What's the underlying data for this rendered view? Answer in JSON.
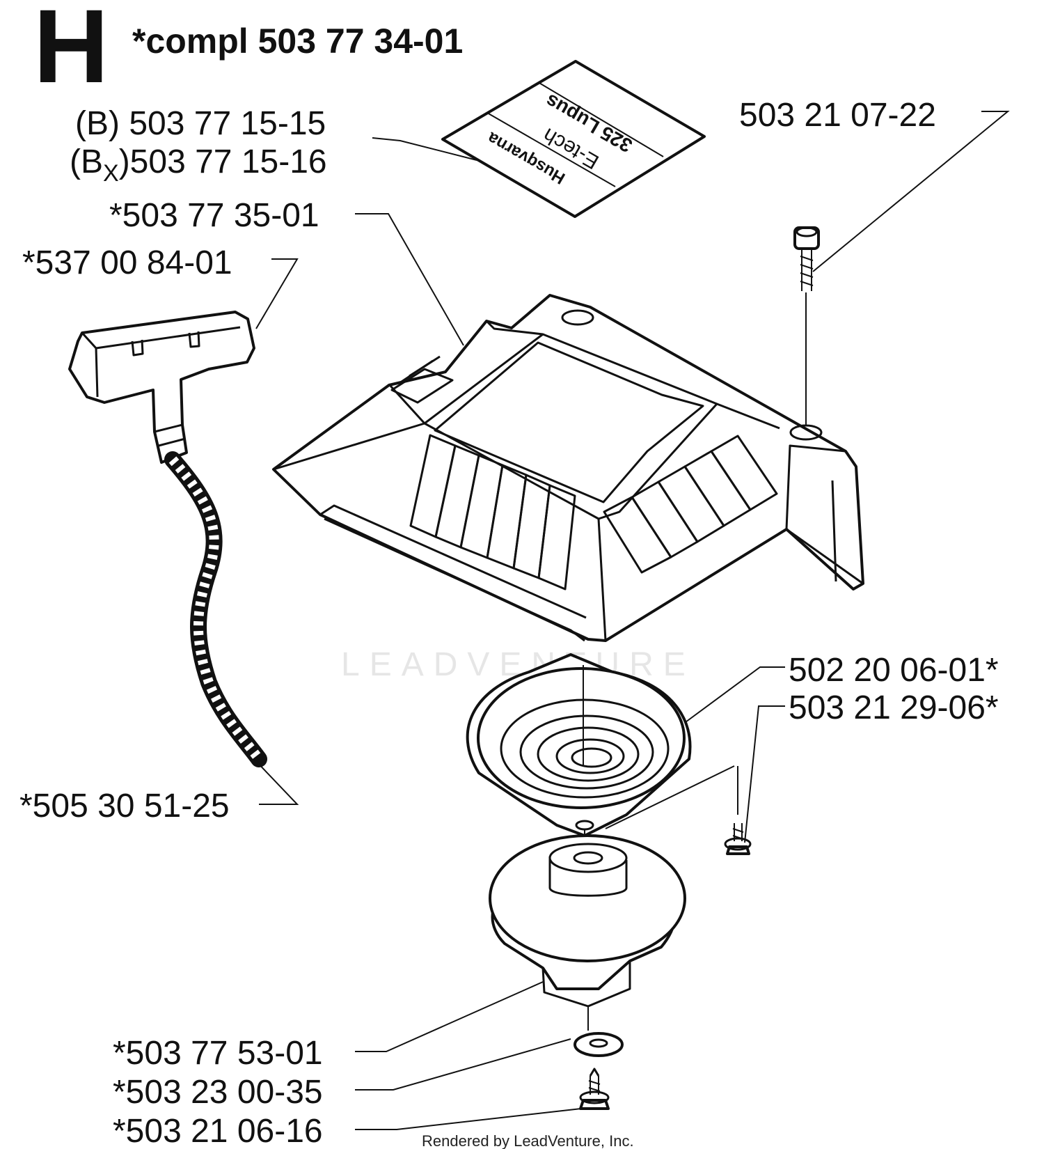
{
  "section_letter": "H",
  "title": "*compl 503 77 34-01",
  "watermark": "LEADVENTURE",
  "footer": "Rendered by LeadVenture, Inc.",
  "decal": {
    "brand": "Husqvarna",
    "model": "325 Lupus",
    "line": "E-tech"
  },
  "parts": {
    "decal_b": "(B) 503 77 15-15",
    "decal_bx_prefix": "(B",
    "decal_bx_sub": "X",
    "decal_bx_number": ")503 77 15-16",
    "cover": "*503 77 35-01",
    "handle": "*537 00 84-01",
    "cord": "*505 30 51-25",
    "cover_screw": "503 21 07-22",
    "spring": "502 20 06-01*",
    "spring_screw": "503 21 29-06*",
    "pulley": "*503 77 53-01",
    "washer": "*503 23 00-35",
    "center_screw": "*503 21 06-16"
  }
}
